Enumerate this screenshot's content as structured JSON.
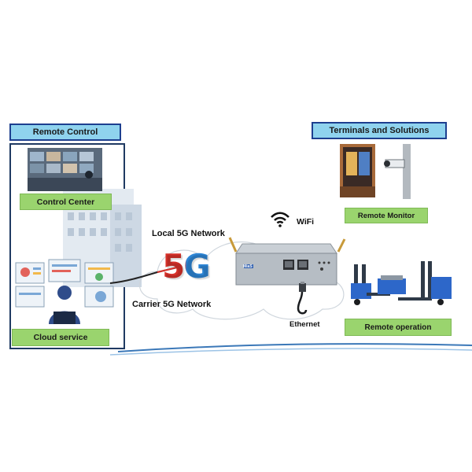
{
  "left_panel": {
    "title": "Remote Control",
    "control_center_label": "Control Center",
    "cloud_service_label": "Cloud service"
  },
  "right_panel": {
    "title": "Terminals and Solutions",
    "remote_monitor_label": "Remote Monitor",
    "remote_operation_label": "Remote operation"
  },
  "network": {
    "local_label": "Local 5G Network",
    "carrier_label": "Carrier 5G Network",
    "badge_text": "5G",
    "wifi_label": "WiFi",
    "ethernet_label": "Ethernet",
    "router_brand": "MiaS"
  },
  "colors": {
    "header_fill": "#8fd3ee",
    "header_border": "#1d3f8f",
    "label_green": "#9ad46e",
    "badge_red": "#d8322b",
    "badge_blue": "#2e86d6"
  }
}
